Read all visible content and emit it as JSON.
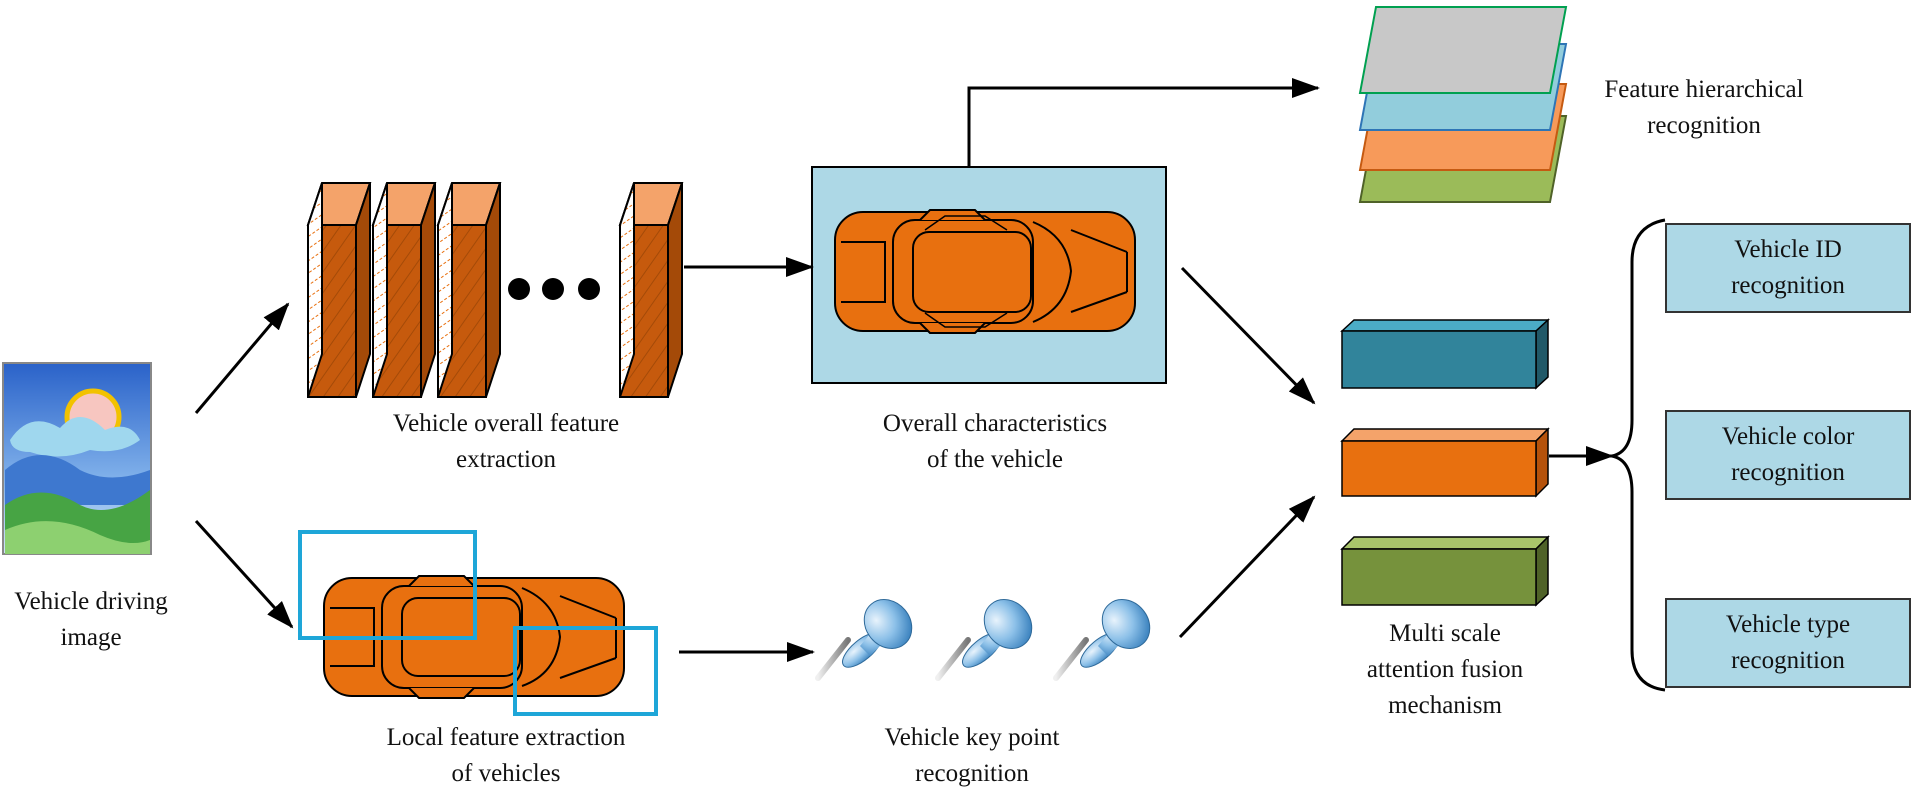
{
  "labels": {
    "driving_image": [
      "Vehicle driving",
      "image"
    ],
    "overall_extraction": [
      "Vehicle overall feature",
      "extraction"
    ],
    "local_extraction": [
      "Local feature extraction",
      "of vehicles"
    ],
    "overall_characteristics": [
      "Overall characteristics",
      "of the vehicle"
    ],
    "key_point": [
      "Vehicle key point",
      "recognition"
    ],
    "hierarchical": [
      "Feature hierarchical",
      "recognition"
    ],
    "fusion": [
      "Multi scale",
      "attention fusion",
      "mechanism"
    ]
  },
  "outputs": [
    [
      "Vehicle ID",
      "recognition"
    ],
    [
      "Vehicle color",
      "recognition"
    ],
    [
      "Vehicle type",
      "recognition"
    ]
  ],
  "icons": [
    "landscape-image-icon",
    "feature-map-icon",
    "car-topview-icon",
    "pushpin-icon",
    "feature-layers-icon",
    "feature-block-icon"
  ],
  "colors": {
    "orange": "#e8700f",
    "orange_light": "#f4a36a",
    "teal": "#31849b",
    "green": "#76923c",
    "light_blue": "#add8e6",
    "cyan_frame": "#1ea6d8",
    "layer_gray": "#c8c8c8",
    "layer_blue": "#92cddc",
    "layer_orange": "#f79a5a",
    "layer_green": "#9bbb59"
  }
}
